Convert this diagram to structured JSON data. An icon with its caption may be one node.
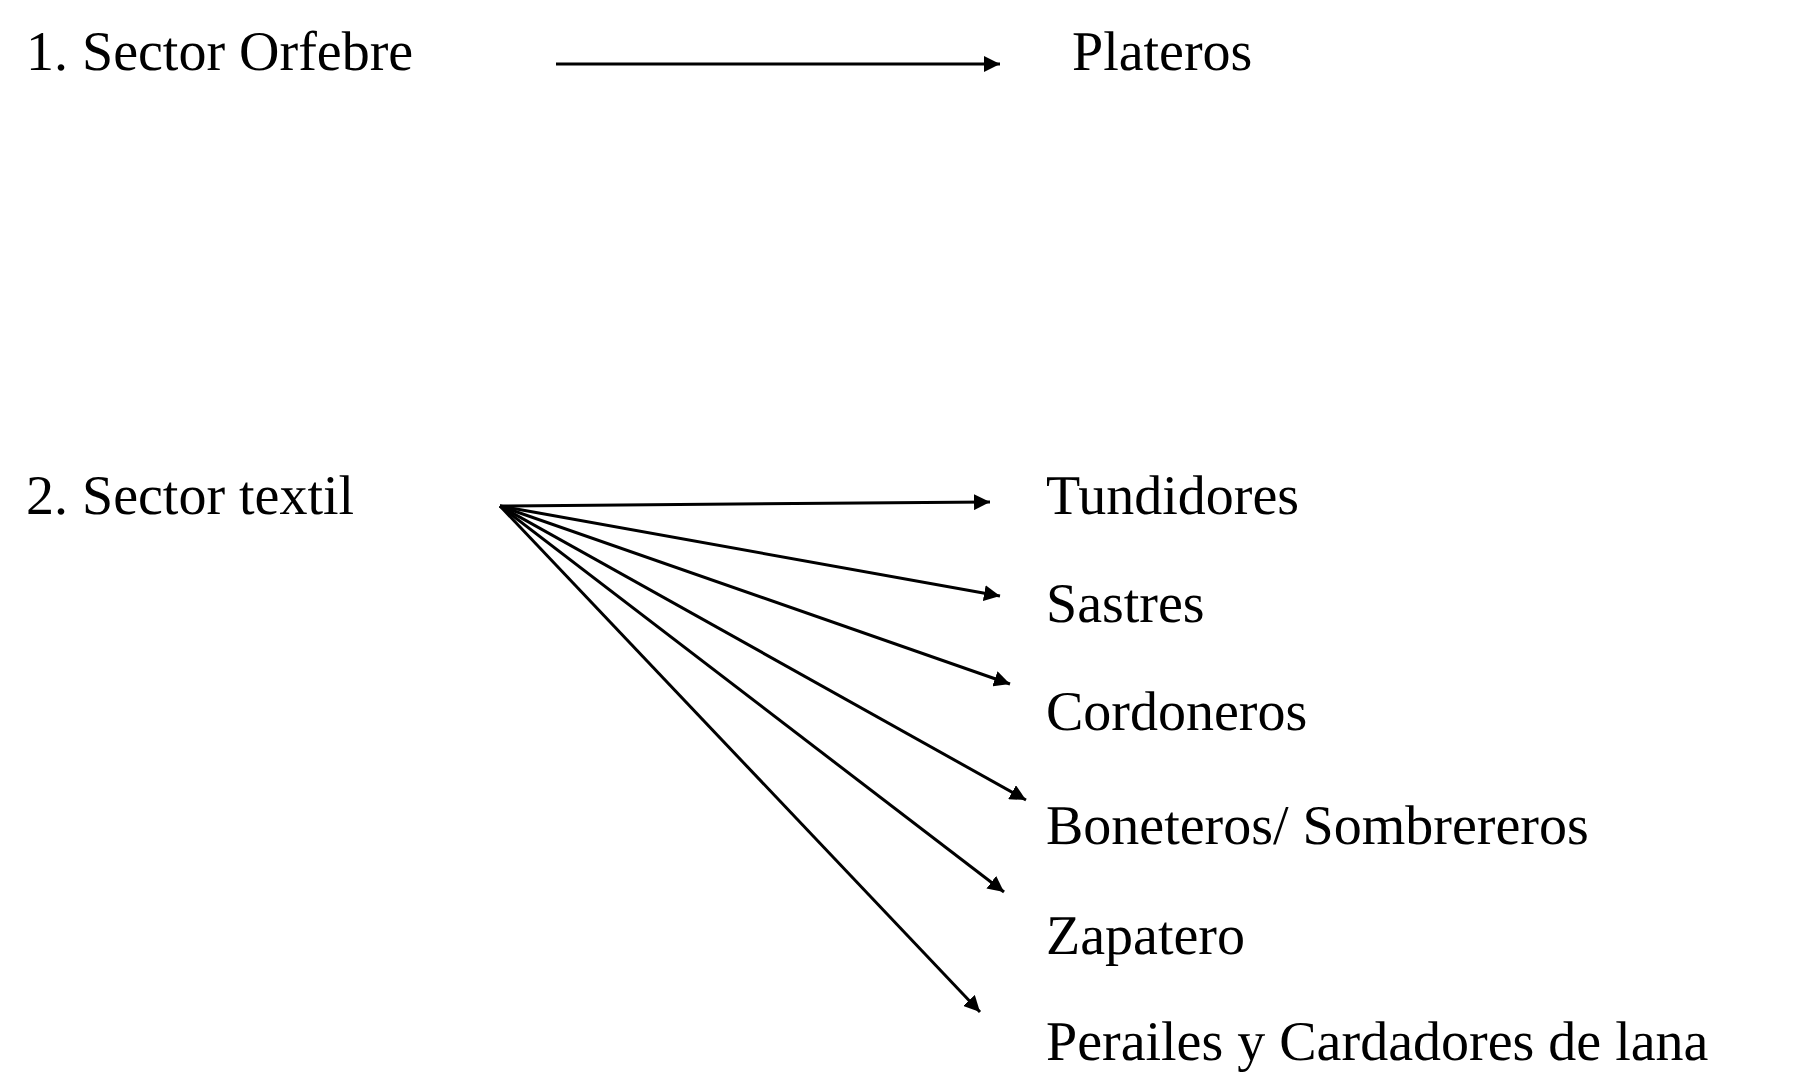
{
  "diagram": {
    "nodes": [
      {
        "text": [
          "1. Sector Orfebre"
        ]
      },
      {
        "text": [
          "Plateros"
        ]
      },
      {
        "text": [
          "2. Sector textil"
        ]
      },
      {
        "text": [
          "Tundidores"
        ]
      },
      {
        "text": [
          "Sastres"
        ]
      },
      {
        "text": [
          "Cordoneros"
        ]
      },
      {
        "text": [
          "Boneteros/ Sombrereros"
        ]
      },
      {
        "text": [
          "Zapatero"
        ]
      },
      {
        "text": [
          "Perailes y Cardadores de lana"
        ]
      }
    ],
    "edges": [
      {
        "from": 0,
        "to": 1,
        "arrow": "to"
      },
      {
        "from": 2,
        "to": 3,
        "arrow": "to"
      },
      {
        "from": 2,
        "to": 4,
        "arrow": "to"
      },
      {
        "from": 2,
        "to": 5,
        "arrow": "to"
      },
      {
        "from": 2,
        "to": 6,
        "arrow": "to"
      },
      {
        "from": 2,
        "to": 7,
        "arrow": "to"
      },
      {
        "from": 2,
        "to": 8,
        "arrow": "to"
      }
    ]
  }
}
